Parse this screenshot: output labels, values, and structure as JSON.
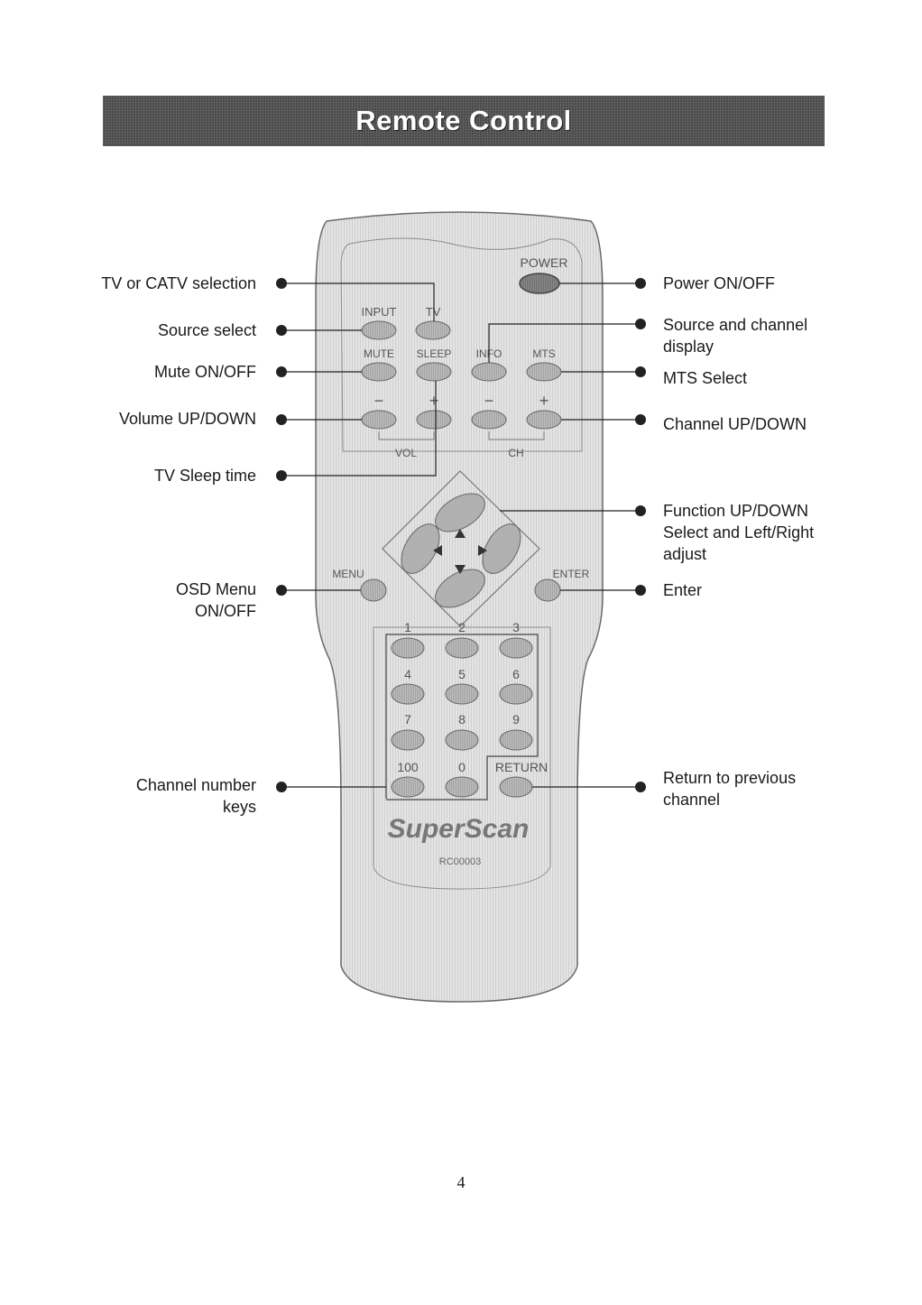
{
  "header": {
    "title": "Remote Control"
  },
  "left_callouts": [
    {
      "label": "TV or CATV selection"
    },
    {
      "label": "Source select"
    },
    {
      "label": "Mute ON/OFF"
    },
    {
      "label": "Volume UP/DOWN"
    },
    {
      "label": "TV Sleep time"
    },
    {
      "label": "OSD Menu ON/OFF"
    },
    {
      "label": "Channel number keys"
    }
  ],
  "right_callouts": [
    {
      "label": "Power ON/OFF"
    },
    {
      "label": "Source and channel display"
    },
    {
      "label": "MTS Select"
    },
    {
      "label": "Channel UP/DOWN"
    },
    {
      "label": "Function UP/DOWN Select and Left/Right adjust"
    },
    {
      "label": "Enter"
    },
    {
      "label": "Return to previous channel"
    }
  ],
  "remote": {
    "buttons": {
      "power": "POWER",
      "input": "INPUT",
      "tv": "TV",
      "mute": "MUTE",
      "sleep": "SLEEP",
      "info": "INFO",
      "mts": "MTS",
      "vol_minus": "−",
      "vol_plus": "+",
      "ch_minus": "−",
      "ch_plus": "+",
      "vol": "VOL",
      "ch": "CH",
      "menu": "MENU",
      "enter": "ENTER",
      "digits": [
        "1",
        "2",
        "3",
        "4",
        "5",
        "6",
        "7",
        "8",
        "9"
      ],
      "hundred": "100",
      "zero": "0",
      "return": "RETURN"
    },
    "brand": "SuperScan",
    "model": "RC00003"
  },
  "page_number": "4"
}
